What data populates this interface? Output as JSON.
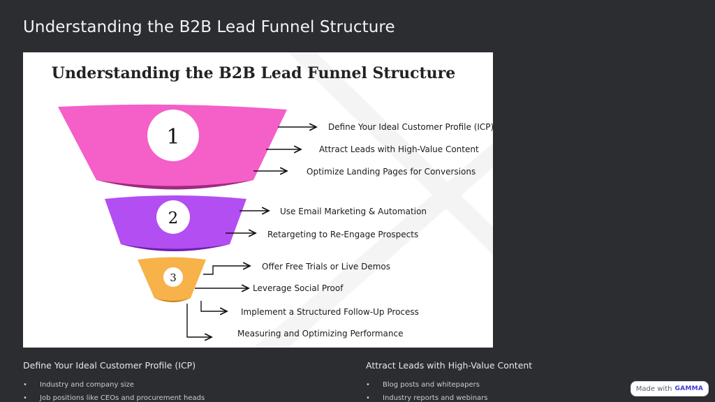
{
  "slide": {
    "title": "Understanding the B2B Lead Funnel Structure"
  },
  "figure": {
    "title": "Understanding the B2B Lead Funnel Structure",
    "colors": {
      "stage1": "#f45fc8",
      "stage2": "#b34ef2",
      "stage3": "#f7b24a"
    },
    "stages": [
      {
        "number": "1",
        "items": [
          "Define Your Ideal Customer Profile (ICP)",
          "Attract Leads with High-Value Content",
          "Optimize Landing Pages for Conversions"
        ]
      },
      {
        "number": "2",
        "items": [
          "Use Email Marketing & Automation",
          "Retargeting to Re-Engage Prospects"
        ]
      },
      {
        "number": "3",
        "items": [
          "Offer Free Trials or Live Demos",
          "Leverage Social Proof",
          "Implement a Structured Follow-Up Process",
          "Measuring and Optimizing Performance"
        ]
      }
    ]
  },
  "columns": [
    {
      "heading": "Define Your Ideal Customer Profile (ICP)",
      "bullets": [
        "Industry and company size",
        "Job positions like CEOs and procurement heads"
      ]
    },
    {
      "heading": "Attract Leads with High-Value Content",
      "bullets": [
        "Blog posts and whitepapers",
        "Industry reports and webinars"
      ]
    }
  ],
  "badge": {
    "prefix": "Made with",
    "brand": "GAMMA"
  }
}
